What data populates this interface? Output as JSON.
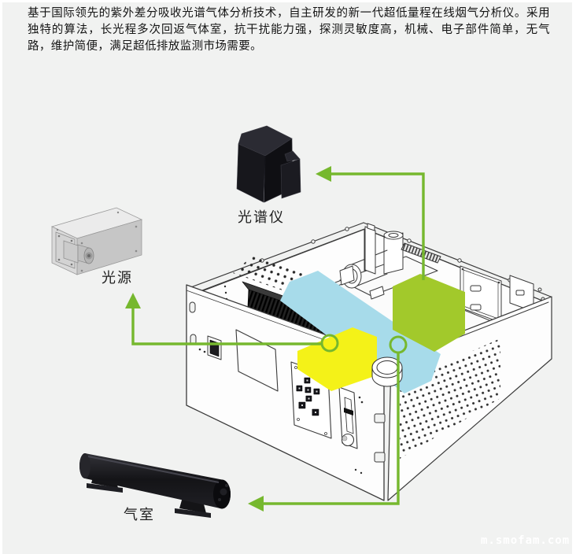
{
  "intro": {
    "text": "基于国际领先的紫外差分吸收光谱气体分析技术，自主研发的新一代超低量程在线烟气分析仪。采用独特的算法，长光程多次回返气体室，抗干扰能力强，探测灵敏度高，机械、电子部件简单，无气路，维护简便，满足超低排放监测市场需要。"
  },
  "diagram": {
    "labels": {
      "spectrometer": "光谱仪",
      "light_source": "光源",
      "gas_cell": "气室"
    },
    "colors": {
      "callout_green": "#76b82e",
      "highlight_green": "#a2c92b",
      "highlight_yellow": "#f4f218",
      "highlight_blue": "#a7dbea",
      "canvas": "#f1f2f1"
    }
  },
  "watermark": {
    "text": "m.smofam.com"
  }
}
